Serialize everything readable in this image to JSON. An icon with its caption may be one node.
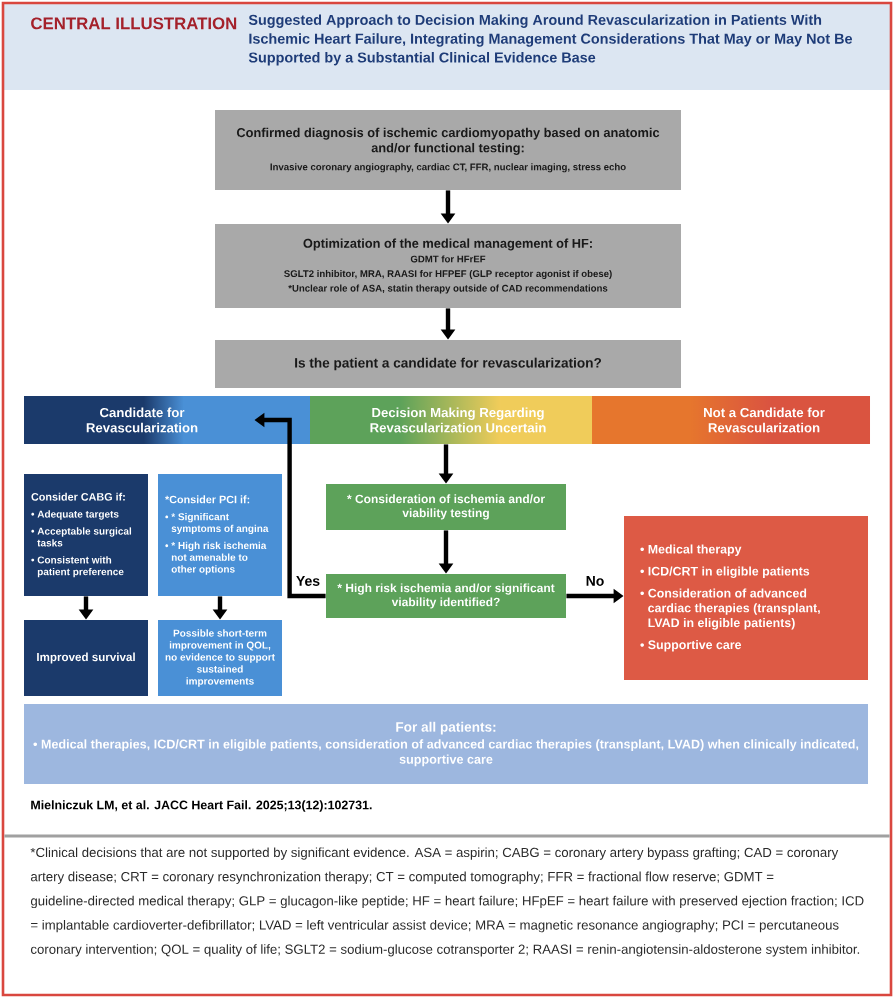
{
  "diagram": {
    "title": "Suggested Approach to Decision Making Around Revascularization in Patients With Ischemic Heart Failure, Integrating Management Considerations That May or May Not Be Supported by a Substantial Clinical Evidence Base",
    "nodes": [
      {
        "text": [
          "Confirmed diagnosis of ischemic cardiomyopathy based on anatomic and/or functional testing:",
          "Invasive coronary angiography, cardiac CT, FFR, nuclear imaging, stress echo"
        ]
      },
      {
        "text": [
          "Optimization of the medical management of HF:",
          "GDMT for HFrEF",
          "SGLT2 inhibitor, MRA, RAASI for HFPEF (GLP receptor agonist if obese)",
          "*Unclear role of ASA, statin therapy outside of CAD recommendations"
        ]
      },
      {
        "text": [
          "Is the patient a candidate for revascularization?"
        ]
      },
      {
        "text": [
          "Candidate for Revascularization"
        ]
      },
      {
        "text": [
          "Decision Making Regarding Revascularization Uncertain"
        ]
      },
      {
        "text": [
          "Not a Candidate for Revascularization"
        ]
      },
      {
        "text": [
          "Consider CABG if:",
          "• Adequate targets",
          "• Acceptable surgical tasks",
          "• Consistent with patient preference"
        ]
      },
      {
        "text": [
          "*Consider PCI if:",
          "• * Significant symptoms of angina",
          "• * High risk ischemia not amenable to other options"
        ]
      },
      {
        "text": [
          "Improved survival"
        ]
      },
      {
        "text": [
          "Possible short-term improvement in QOL, no evidence to support sustained improvements"
        ]
      },
      {
        "text": [
          "* Consideration of ischemia and/or viability testing"
        ]
      },
      {
        "text": [
          "* High risk ischemia and/or significant viability identified?"
        ]
      },
      {
        "text": [
          "• Medical therapy",
          "• ICD/CRT in eligible patients",
          "• Consideration of advanced cardiac therapies (transplant, LVAD in eligible patients)",
          "• Supportive care"
        ]
      },
      {
        "text": [
          "For all patients:",
          "• Medical therapies, ICD/CRT in eligible patients, consideration of advanced cardiac therapies (transplant, LVAD) when clinically indicated, supportive care"
        ]
      }
    ],
    "edges": [
      {
        "from": 0,
        "to": 1,
        "arrow": "to"
      },
      {
        "from": 1,
        "to": 2,
        "arrow": "to"
      },
      {
        "from": 6,
        "to": 8,
        "arrow": "to"
      },
      {
        "from": 7,
        "to": 9,
        "arrow": "to"
      },
      {
        "from": 4,
        "to": 10,
        "arrow": "to"
      },
      {
        "from": 10,
        "to": 11,
        "arrow": "to"
      },
      {
        "from": 11,
        "to": 3,
        "arrow": "to",
        "label": "Yes"
      },
      {
        "from": 11,
        "to": 12,
        "arrow": "to",
        "label": "No"
      }
    ],
    "labels": [
      "CENTRAL ILLUSTRATION",
      "Mielniczuk LM, et al. JACC Heart Fail. 2025;13(12):102731.",
      "*Clinical decisions that are not supported by significant evidence. ASA = aspirin; CABG = coronary artery bypass grafting; CAD = coronary artery disease; CRT = coronary resynchronization therapy; CT = computed tomography; FFR = fractional flow reserve; GDMT = guideline-directed medical therapy; GLP = glucagon-like peptide; HF = heart failure; HFpEF = heart failure with preserved ejection fraction; ICD = implantable cardioverter-defibrillator; LVAD = left ventricular assist device; MRA = magnetic resonance angiography; PCI = percutaneous coronary intervention; QOL = quality of life; SGLT2 = sodium-glucose cotransporter 2; RAASI = renin-angiotensin-aldosterone system inhibitor."
    ]
  }
}
